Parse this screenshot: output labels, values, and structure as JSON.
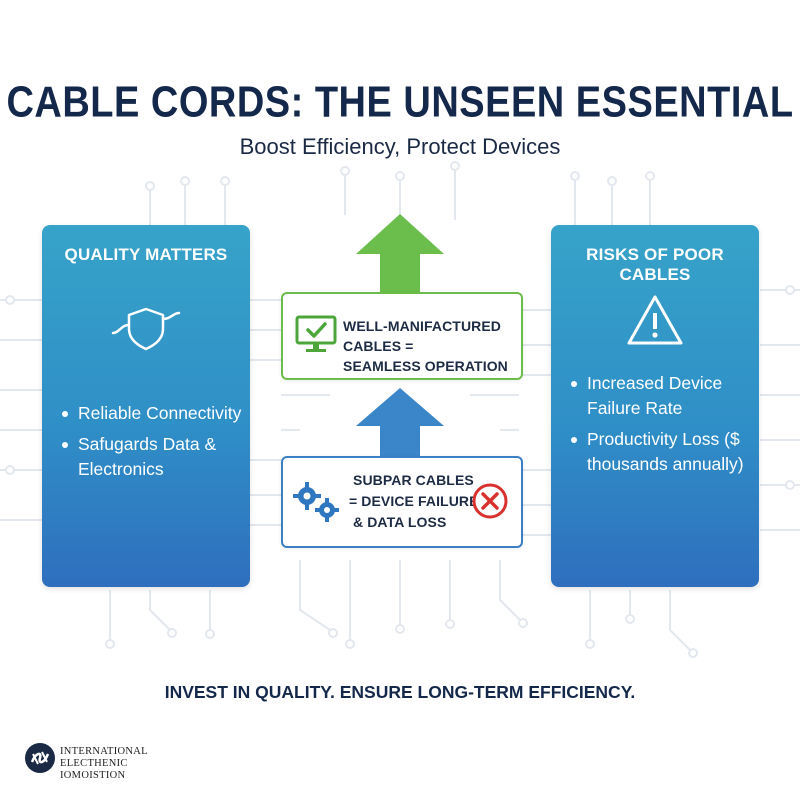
{
  "title": "CABLE CORDS: THE UNSEEN ESSENTIAL",
  "subtitle": "Boost Efficiency, Protect Devices",
  "left_panel": {
    "heading": "QUALITY MATTERS",
    "icon": "shield-icon",
    "bullets": [
      "Reliable Connectivity",
      "Safugards Data & Electronics"
    ]
  },
  "right_panel": {
    "heading": "RISKS OF POOR CABLES",
    "icon": "warning-icon",
    "bullets": [
      "Increased Device Failure Rate",
      "Productivity Loss ($ thousands annually)"
    ]
  },
  "top_box": {
    "icon": "monitor-check-icon",
    "lines": [
      "WELL-MANIFACTURED CABLES =",
      "SEAMLESS OPERATION"
    ],
    "color": "#6bbe4b"
  },
  "bottom_box": {
    "icon": "gears-icon",
    "status_icon": "error-x-icon",
    "lines": [
      "SUBPAR CABLES",
      "= DEVICE FAILURE &",
      "& DATA LOSS"
    ],
    "color": "#3b7fc4"
  },
  "footer": "INVEST IN QUALITY. ENSURE LONG-TERM EFFICIENCY.",
  "logo": {
    "icon": "iec-logo-icon",
    "lines": [
      "INTERNATIONAL",
      "ELECTHENIC",
      "IOMOISTION"
    ]
  },
  "colors": {
    "title": "#13284a",
    "panel_top": "#37a3c9",
    "panel_bottom": "#2f6fbe",
    "arrow_green": "#6bbe4b",
    "arrow_blue": "#3b86c9",
    "alert_red": "#d9322e"
  }
}
